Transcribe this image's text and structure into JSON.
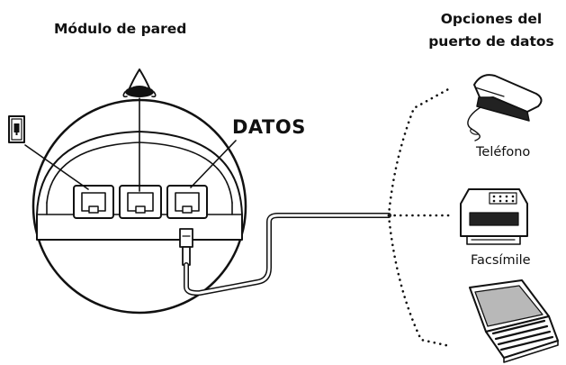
{
  "module": {
    "title": "Módulo de pared",
    "data_port_label": "DATOS"
  },
  "options": {
    "title_line1": "Opciones del",
    "title_line2": "puerto de datos",
    "devices": [
      {
        "name": "phone",
        "label": "Teléfono",
        "icon": "telephone-icon"
      },
      {
        "name": "fax",
        "label": "Facsímile",
        "icon": "fax-machine-icon"
      },
      {
        "name": "laptop",
        "label": "",
        "icon": "laptop-icon"
      }
    ]
  },
  "icons": {
    "phone_port": "phone-jack-icon",
    "network_port": "network-symbol-icon"
  },
  "colors": {
    "line": "#111111",
    "screen": "#b8b8b8",
    "background": "#ffffff"
  }
}
